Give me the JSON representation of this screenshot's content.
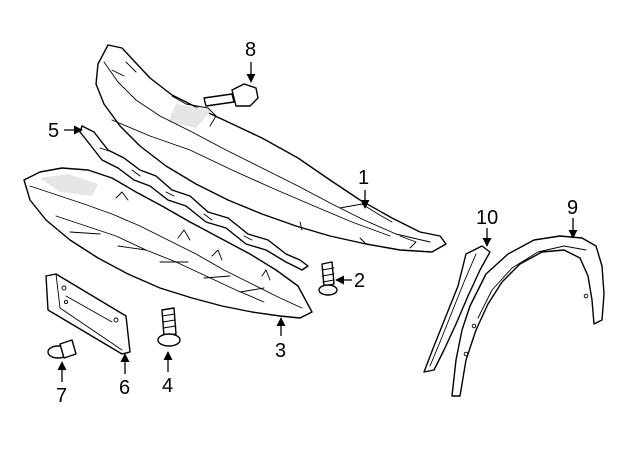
{
  "callouts": [
    {
      "id": "1",
      "label": "1"
    },
    {
      "id": "2",
      "label": "2"
    },
    {
      "id": "3",
      "label": "3"
    },
    {
      "id": "4",
      "label": "4"
    },
    {
      "id": "5",
      "label": "5"
    },
    {
      "id": "6",
      "label": "6"
    },
    {
      "id": "7",
      "label": "7"
    },
    {
      "id": "8",
      "label": "8"
    },
    {
      "id": "9",
      "label": "9"
    },
    {
      "id": "10",
      "label": "10"
    }
  ],
  "colors": {
    "line": "#000000",
    "background": "#ffffff"
  }
}
